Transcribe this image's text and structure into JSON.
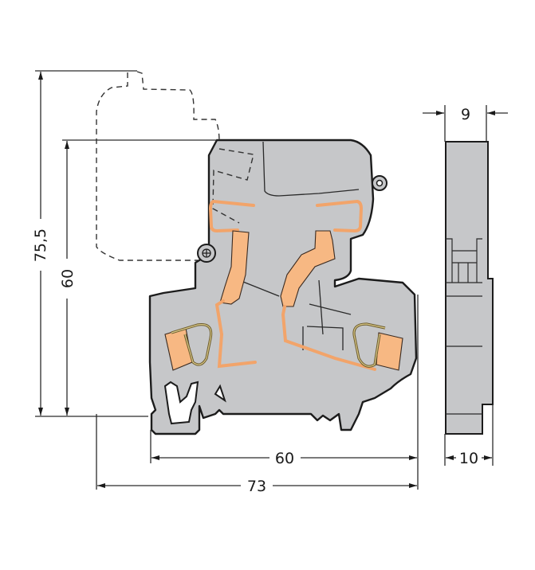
{
  "drawing": {
    "type": "technical dimension drawing",
    "subject": "fuse terminal block with pivoting fuse holder",
    "units": "mm",
    "colors": {
      "housing": "#c6c7c9",
      "contact": "#f7b883",
      "outline": "#1c1c1c",
      "background": "#ffffff"
    }
  },
  "dimensions": {
    "height_open": "75,5",
    "height_closed": "60",
    "width_base": "60",
    "width_total": "73",
    "side_width_top": "9",
    "side_width_bottom": "10"
  },
  "views": {
    "front": "front view with fuse holder closed (solid) and open (dashed)",
    "side": "side view"
  }
}
